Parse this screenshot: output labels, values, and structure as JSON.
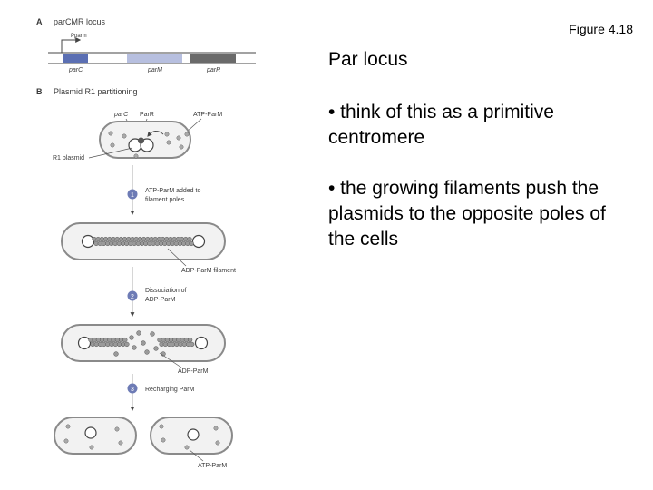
{
  "slide": {
    "figure_number": "Figure 4.18",
    "title": "Par locus",
    "bullets": [
      "• think of this as a primitive centromere",
      "• the growing filaments push the plasmids to the opposite poles of the cells"
    ]
  },
  "diagram": {
    "panel_a": {
      "letter": "A",
      "title": "parCMR locus",
      "promoter_label": "Pparm",
      "genes": [
        {
          "label": "parC",
          "color": "#5b6fb3"
        },
        {
          "label": "parM",
          "color": "#b7bfdf"
        },
        {
          "label": "parR",
          "color": "#6a6a6a"
        }
      ]
    },
    "panel_b": {
      "letter": "B",
      "title": "Plasmid R1 partitioning",
      "labels": {
        "parc": "parC",
        "parr": "ParR",
        "atp_parm": "ATP-ParM",
        "r1_plasmid": "R1 plasmid",
        "adp_filament": "ADP-ParM filament",
        "adp_parm": "ADP-ParM",
        "atp_parm_bottom": "ATP-ParM"
      },
      "steps": [
        {
          "num": "1",
          "line1": "ATP-ParM added to",
          "line2": "filament poles"
        },
        {
          "num": "2",
          "line1": "Dissociation of",
          "line2": "ADP-ParM"
        },
        {
          "num": "3",
          "line1": "Recharging ParM",
          "line2": ""
        }
      ]
    }
  }
}
